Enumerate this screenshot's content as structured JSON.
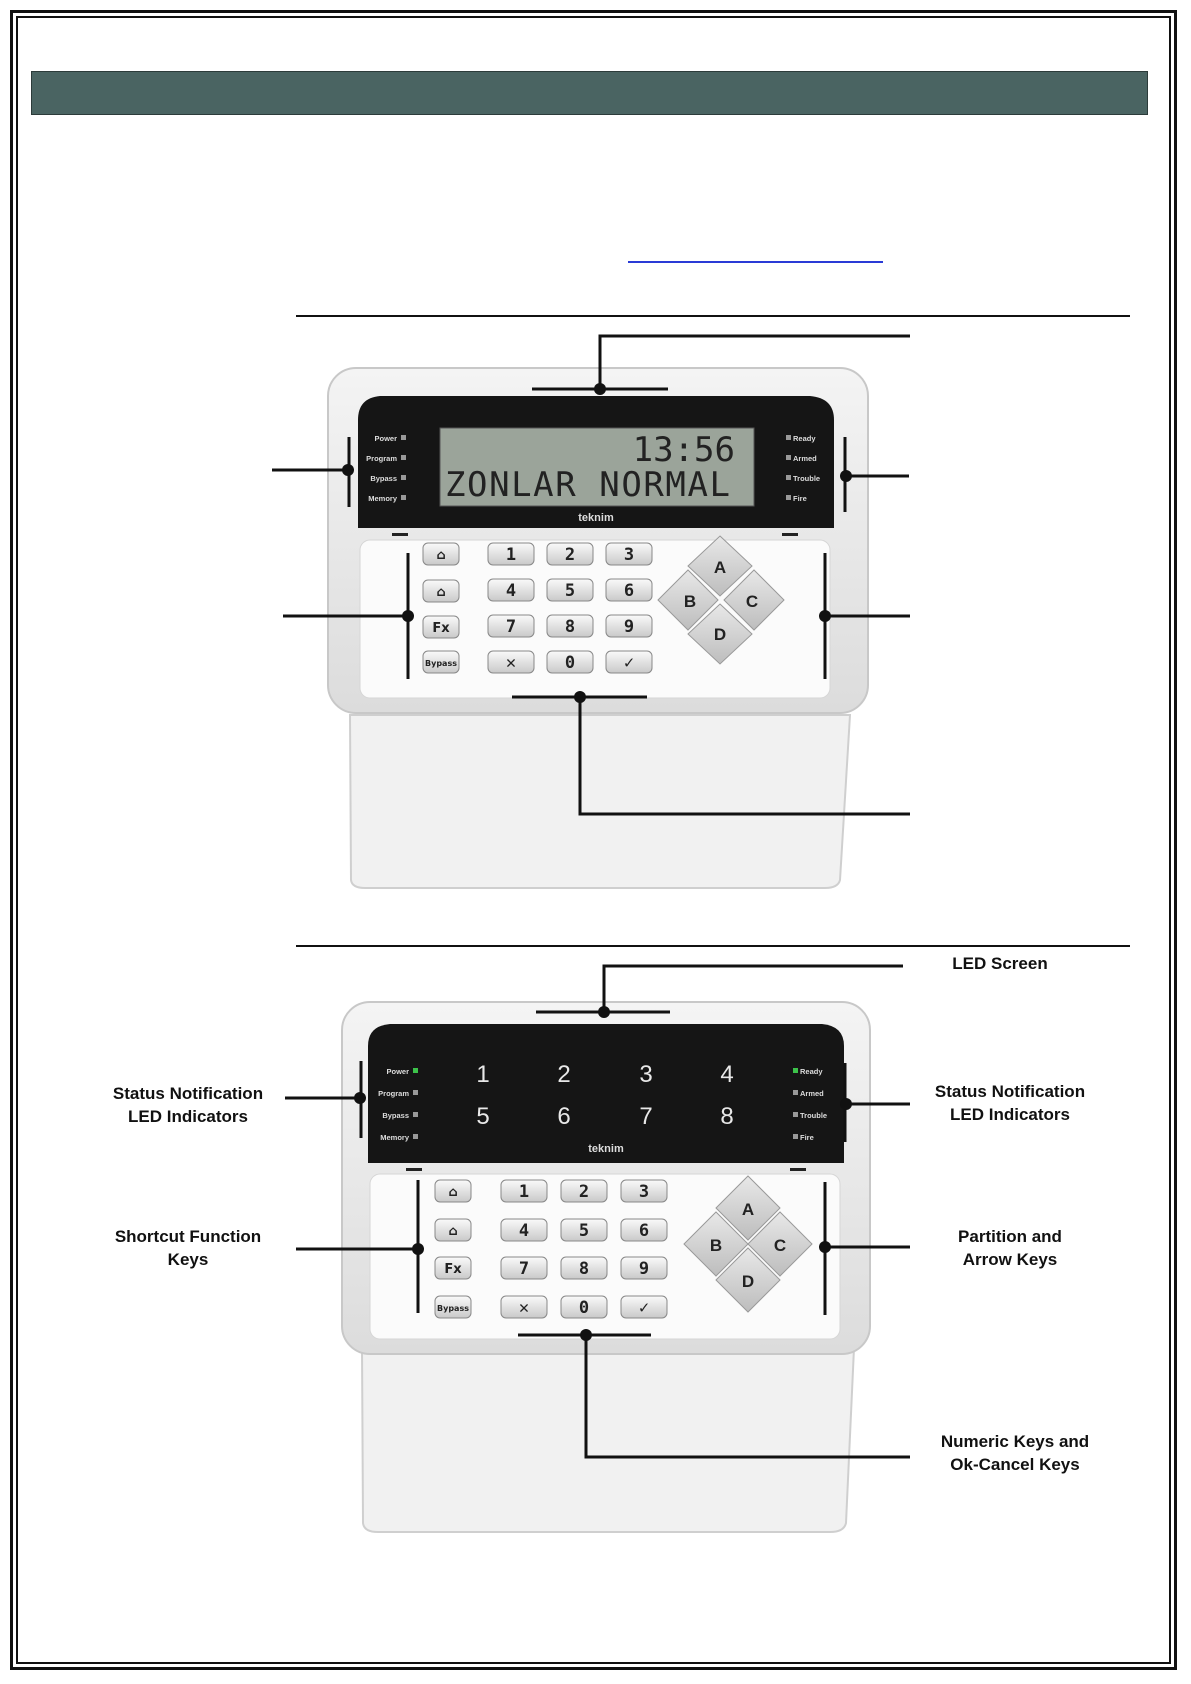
{
  "keypad_lcd": {
    "led_labels_left": [
      "Power",
      "Program",
      "Bypass",
      "Memory"
    ],
    "led_labels_right": [
      "Ready",
      "Armed",
      "Trouble",
      "Fire"
    ],
    "display_line1": "13:56",
    "display_line2": "ZONLAR  NORMAL",
    "brand": "teknim"
  },
  "keypad_led": {
    "led_labels_left": [
      "Power",
      "Program",
      "Bypass",
      "Memory"
    ],
    "led_labels_right": [
      "Ready",
      "Armed",
      "Trouble",
      "Fire"
    ],
    "zones": [
      "1",
      "2",
      "3",
      "4",
      "5",
      "6",
      "7",
      "8"
    ],
    "brand": "teknim"
  },
  "keys": {
    "shortcut_fx": "Fx",
    "shortcut_bypass": "Bypass",
    "numeric": [
      "1",
      "2",
      "3",
      "4",
      "5",
      "6",
      "7",
      "8",
      "9",
      "0"
    ],
    "cancel": "✕",
    "ok": "✓",
    "arrows": [
      "A",
      "B",
      "C",
      "D"
    ]
  },
  "callouts": {
    "led_screen": "LED Screen",
    "status_left_line1": "Status Notification",
    "status_left_line2": "LED Indicators",
    "status_right_line1": "Status Notification",
    "status_right_line2": "LED Indicators",
    "shortcut_line1": "Shortcut Function",
    "shortcut_line2": "Keys",
    "partition_line1": "Partition and",
    "partition_line2": "Arrow Keys",
    "numeric_line1": "Numeric Keys and",
    "numeric_line2": "Ok-Cancel Keys"
  },
  "colors": {
    "header_bar": "#4a6462",
    "lcd_screen": "#9ba49a",
    "led_green": "#3cc24a",
    "link_blue": "#2a3bd6"
  }
}
